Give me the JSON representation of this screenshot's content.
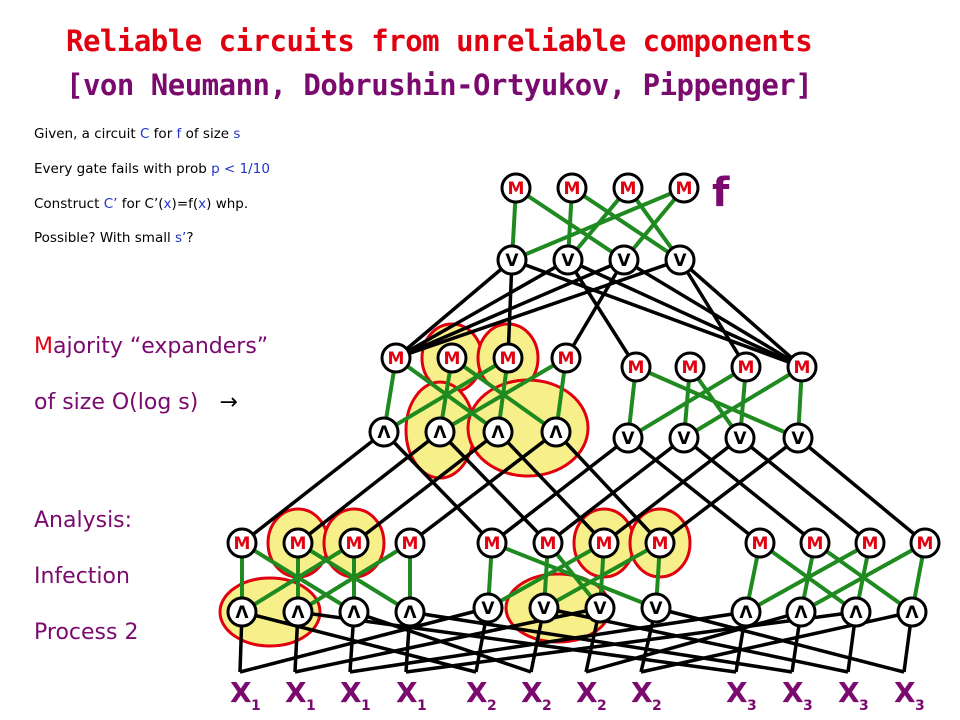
{
  "title": {
    "line1": "Reliable circuits from unreliable components",
    "line2": "[von Neumann, Dobrushin-Ortyukov, Pippenger]"
  },
  "notes": {
    "line1_parts": [
      "Given, a circuit ",
      "C",
      " for ",
      "f",
      " of size ",
      "s"
    ],
    "line2_parts": [
      "Every gate fails with prob ",
      "p < 1/10"
    ],
    "line3_parts": [
      "Construct ",
      "C’",
      " for C’(",
      "x",
      ")=f(",
      "x",
      ") whp."
    ],
    "line4_parts": [
      "Possible?  With small ",
      "s’",
      "?"
    ]
  },
  "majority": {
    "first_letter": "M",
    "rest": "ajority “expanders”",
    "line2": "of size O(log s)",
    "arrow": "→"
  },
  "analysis": {
    "line1": "Analysis:",
    "line2": "Infection",
    "line3": "Process 2"
  },
  "output_label": "f",
  "gate_labels": {
    "majority": "M",
    "or": "V",
    "and": "Λ"
  },
  "inputs": [
    {
      "base": "X",
      "sub": "1"
    },
    {
      "base": "X",
      "sub": "1"
    },
    {
      "base": "X",
      "sub": "1"
    },
    {
      "base": "X",
      "sub": "1"
    },
    {
      "base": "X",
      "sub": "2"
    },
    {
      "base": "X",
      "sub": "2"
    },
    {
      "base": "X",
      "sub": "2"
    },
    {
      "base": "X",
      "sub": "2"
    },
    {
      "base": "X",
      "sub": "3"
    },
    {
      "base": "X",
      "sub": "3"
    },
    {
      "base": "X",
      "sub": "3"
    },
    {
      "base": "X",
      "sub": "3"
    }
  ],
  "colors": {
    "title": "#e0000f",
    "title_line2": "#7a0a6e",
    "majority_red": "#e0000f",
    "purple": "#7a0a6e",
    "blue": "#2233cc",
    "gate_m": "#e0000f",
    "edge_green": "#1f8a1f",
    "highlight_fill": "#f7f08a",
    "highlight_stroke": "#e0000f"
  }
}
